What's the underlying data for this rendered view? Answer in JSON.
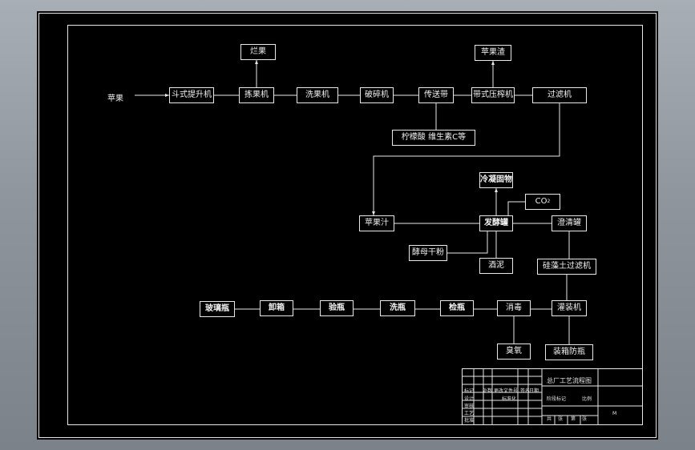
{
  "nodes": {
    "apple_input": "苹果",
    "bucket_elevator": "斗式提升机",
    "sorter": "拣果机",
    "rotten_fruit": "烂果",
    "washer": "洗果机",
    "crusher": "破碎机",
    "conveyor": "传送带",
    "additives": "柠檬酸 维生素C等",
    "belt_press": "带式压榨机",
    "pomace": "苹果渣",
    "filter": "过滤机",
    "apple_juice": "苹果汁",
    "fermenter": "发酵罐",
    "yeast": "酵母干粉",
    "cooling_solids": "冷凝固物",
    "co2_main": "CO",
    "co2_sub": "2",
    "clear_tank": "澄清罐",
    "lees": "酒泥",
    "diatomite_filter": "硅藻土过滤机",
    "glass_bottle": "玻璃瓶",
    "unboxing": "卸箱",
    "bottle_inspect": "验瓶",
    "bottle_wash": "洗瓶",
    "bottle_check": "检瓶",
    "sterilize": "消毒",
    "odor_bottle": "臭氧",
    "filler": "灌装机",
    "labeling": "装箱防瓶"
  },
  "title_block": {
    "drawing_title": "总厂工艺流程图",
    "r1": "标记",
    "r2": "处数",
    "r3": "更改文件号",
    "r4": "签名",
    "r5": "日期",
    "r6": "设计",
    "r7": "标准化",
    "r8": "阶段标记",
    "r9": "审核",
    "r10": "工艺",
    "r11": "批准",
    "r12": "比例",
    "r13": "共",
    "r14": "张",
    "r15": "第",
    "r16": "张",
    "r17": "M"
  }
}
